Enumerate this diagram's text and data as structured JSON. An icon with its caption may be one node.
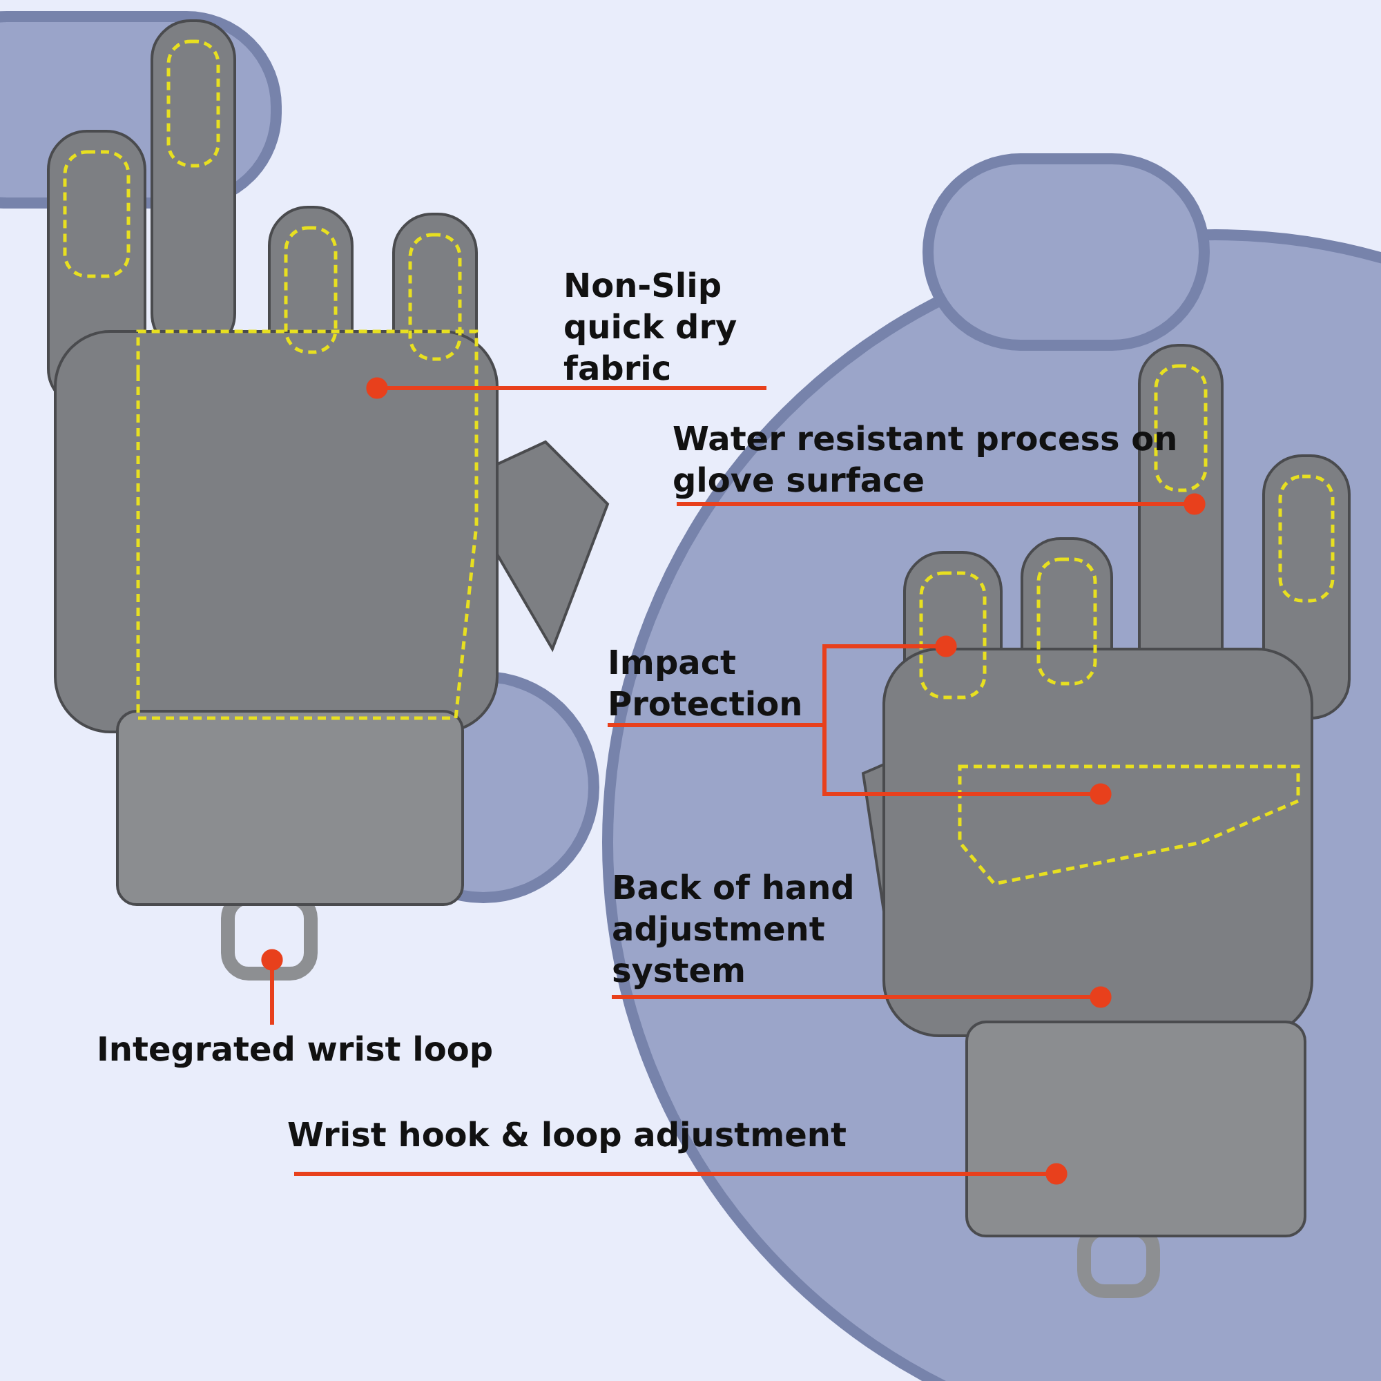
{
  "diagram": {
    "nodes": [
      {
        "text": [],
        "shape": "picture"
      },
      {
        "text": [],
        "shape": "picture"
      },
      {
        "text": [
          "Non-Slip quick dry fabric"
        ]
      },
      {
        "text": [
          "Water resistant process on glove surface"
        ]
      },
      {
        "text": [
          "Impact Protection"
        ]
      },
      {
        "text": [
          "Back of hand adjustment system"
        ]
      },
      {
        "text": [
          "Integrated wrist loop"
        ]
      },
      {
        "text": [
          "Wrist hook & loop adjustment"
        ]
      }
    ],
    "edges": [
      {
        "from": 2,
        "to": 0,
        "arrow": "other"
      },
      {
        "from": 3,
        "to": 1,
        "arrow": "other"
      },
      {
        "from": 4,
        "to": 1,
        "arrow": "other"
      },
      {
        "from": 4,
        "to": 1,
        "arrow": "other"
      },
      {
        "from": 5,
        "to": 1,
        "arrow": "other"
      },
      {
        "from": 6,
        "to": 0,
        "arrow": "other"
      },
      {
        "from": 7,
        "to": 1,
        "arrow": "other"
      }
    ]
  }
}
